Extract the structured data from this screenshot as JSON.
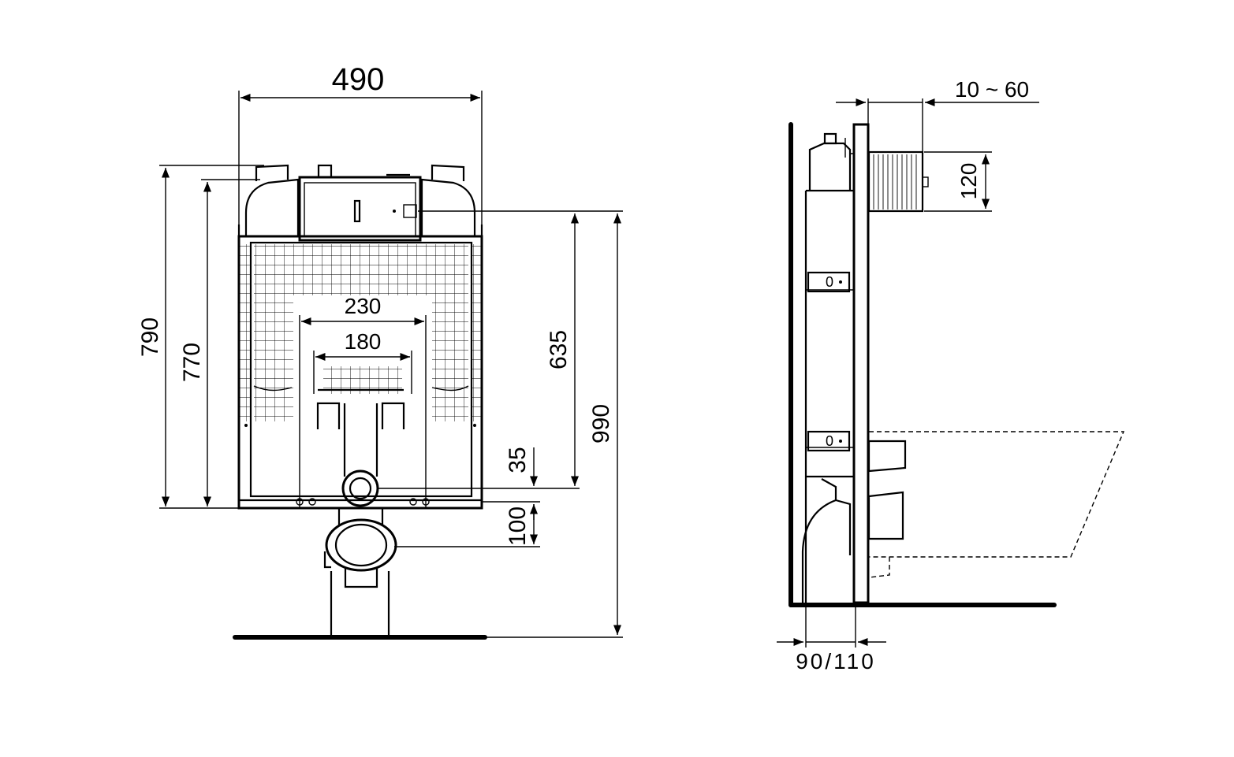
{
  "front_view": {
    "width_label": "490",
    "height_790_label": "790",
    "height_770_label": "770",
    "width_230_label": "230",
    "width_180_label": "180",
    "height_635_label": "635",
    "height_990_label": "990",
    "offset_35_label": "35",
    "offset_100_label": "100"
  },
  "side_view": {
    "wall_gap_label": "10 ~ 60",
    "button_height_label": "120",
    "depth_label": "90/110",
    "bracket_label_top": "0",
    "bracket_label_bottom": "0"
  },
  "colors": {
    "line": "#000000",
    "background": "#ffffff"
  }
}
